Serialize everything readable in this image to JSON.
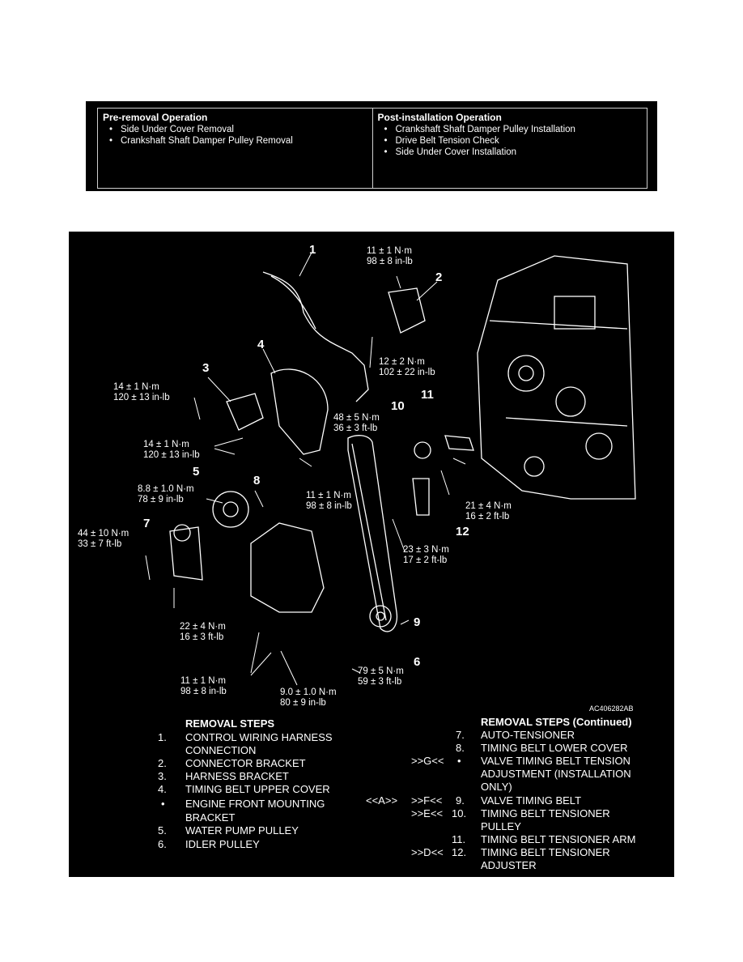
{
  "operations": {
    "pre_title": "Pre-removal Operation",
    "pre_items": [
      "Side Under Cover Removal",
      "Crankshaft Shaft Damper Pulley Removal"
    ],
    "post_title": "Post-installation Operation",
    "post_items": [
      "Crankshaft Shaft Damper Pulley Installation",
      "Drive Belt Tension Check",
      "Side Under Cover Installation"
    ]
  },
  "figure": {
    "art_code": "AC406282AB",
    "callouts": [
      "1",
      "2",
      "3",
      "4",
      "5",
      "6",
      "7",
      "8",
      "9",
      "10",
      "11",
      "12"
    ],
    "torques": {
      "t1": [
        "11 ± 1 N·m",
        "98 ± 8 in-lb"
      ],
      "t2": [
        "12 ± 2 N·m",
        "102 ± 22 in-lb"
      ],
      "t3": [
        "14 ± 1 N·m",
        "120 ± 13 in-lb"
      ],
      "t4": [
        "14 ± 1 N·m",
        "120 ± 13 in-lb"
      ],
      "t5": [
        "48 ± 5 N·m",
        "36 ± 3 ft-lb"
      ],
      "t6": [
        "11 ± 1 N·m",
        "98 ± 8 in-lb"
      ],
      "t7": [
        "8.8 ± 1.0 N·m",
        "78 ± 9 in-lb"
      ],
      "t8": [
        "21 ± 4 N·m",
        "16 ± 2 ft-lb"
      ],
      "t9": [
        "44 ± 10 N·m",
        "33 ± 7 ft-lb"
      ],
      "t10": [
        "23 ± 3 N·m",
        "17 ± 2 ft-lb"
      ],
      "t11": [
        "22 ± 4 N·m",
        "16 ± 3 ft-lb"
      ],
      "t12": [
        "79 ± 5 N·m",
        "59 ± 3 ft-lb"
      ],
      "t13": [
        "11 ± 1 N·m",
        "98 ± 8 in-lb"
      ],
      "t14": [
        "9.0 ± 1.0 N·m",
        "80 ± 9 in-lb"
      ]
    }
  },
  "steps_left": {
    "title": "REMOVAL STEPS",
    "items": [
      {
        "num": "1.",
        "text": "CONTROL WIRING HARNESS"
      },
      {
        "num": "",
        "text": "CONNECTION"
      },
      {
        "num": "2.",
        "text": "CONNECTOR BRACKET"
      },
      {
        "num": "3.",
        "text": "HARNESS BRACKET"
      },
      {
        "num": "4.",
        "text": "TIMING BELT UPPER COVER"
      },
      {
        "num": "•",
        "text": "ENGINE FRONT MOUNTING"
      },
      {
        "num": "",
        "text": "BRACKET"
      },
      {
        "num": "5.",
        "text": "WATER PUMP PULLEY"
      },
      {
        "num": "6.",
        "text": "IDLER PULLEY"
      }
    ]
  },
  "steps_right": {
    "title": "REMOVAL STEPS (Continued)",
    "items": [
      {
        "a": "",
        "b": "",
        "num": "7.",
        "text": "AUTO-TENSIONER"
      },
      {
        "a": "",
        "b": "",
        "num": "8.",
        "text": "TIMING BELT LOWER COVER"
      },
      {
        "a": "",
        "b": ">>G<<",
        "num": "•",
        "text": "VALVE TIMING BELT TENSION"
      },
      {
        "a": "",
        "b": "",
        "num": "",
        "text": "ADJUSTMENT (INSTALLATION"
      },
      {
        "a": "",
        "b": "",
        "num": "",
        "text": "ONLY)"
      },
      {
        "a": "<<A>>",
        "b": ">>F<<",
        "num": "9.",
        "text": "VALVE TIMING BELT"
      },
      {
        "a": "",
        "b": ">>E<<",
        "num": "10.",
        "text": "TIMING BELT TENSIONER"
      },
      {
        "a": "",
        "b": "",
        "num": "",
        "text": "PULLEY"
      },
      {
        "a": "",
        "b": "",
        "num": "11.",
        "text": "TIMING BELT TENSIONER ARM"
      },
      {
        "a": "",
        "b": ">>D<<",
        "num": "12.",
        "text": "TIMING BELT TENSIONER"
      },
      {
        "a": "",
        "b": "",
        "num": "",
        "text": "ADJUSTER"
      }
    ]
  }
}
